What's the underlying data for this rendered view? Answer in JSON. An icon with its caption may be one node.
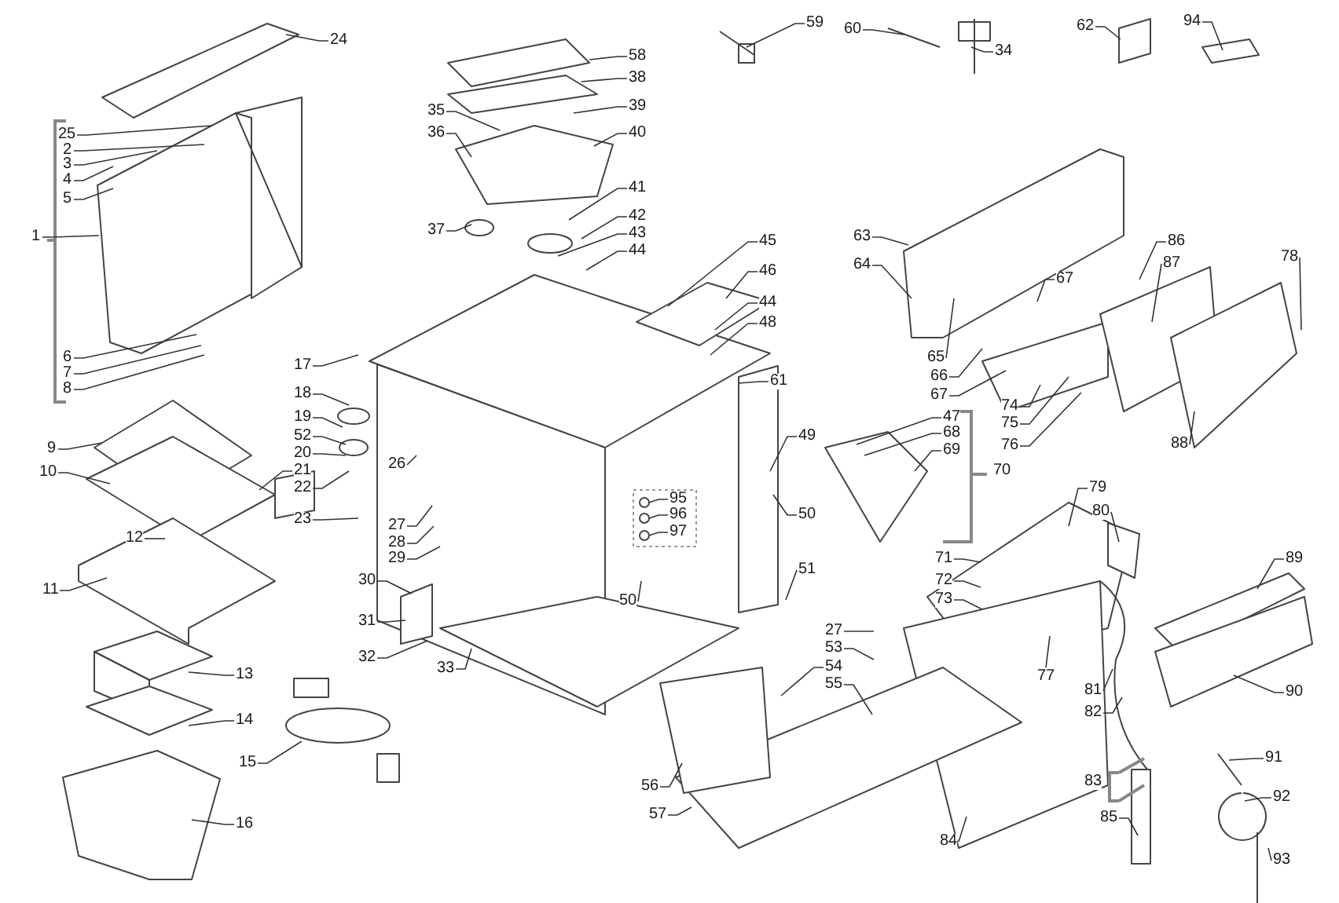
{
  "diagram": {
    "nodes": [
      {
        "text": [
          "24"
        ]
      },
      {
        "text": [
          "25"
        ]
      },
      {
        "text": [
          "2"
        ]
      },
      {
        "text": [
          "3"
        ]
      },
      {
        "text": [
          "4"
        ]
      },
      {
        "text": [
          "5"
        ]
      },
      {
        "text": [
          "1"
        ]
      },
      {
        "text": [
          "6"
        ]
      },
      {
        "text": [
          "7"
        ]
      },
      {
        "text": [
          "8"
        ]
      },
      {
        "text": [
          "9"
        ]
      },
      {
        "text": [
          "10"
        ]
      },
      {
        "text": [
          "12"
        ]
      },
      {
        "text": [
          "11"
        ]
      },
      {
        "text": [
          "13"
        ]
      },
      {
        "text": [
          "14"
        ]
      },
      {
        "text": [
          "15"
        ]
      },
      {
        "text": [
          "16"
        ]
      },
      {
        "text": [
          "17"
        ]
      },
      {
        "text": [
          "18"
        ]
      },
      {
        "text": [
          "19"
        ]
      },
      {
        "text": [
          "52"
        ]
      },
      {
        "text": [
          "20"
        ]
      },
      {
        "text": [
          "21"
        ]
      },
      {
        "text": [
          "22"
        ]
      },
      {
        "text": [
          "23"
        ]
      },
      {
        "text": [
          "26"
        ]
      },
      {
        "text": [
          "27"
        ]
      },
      {
        "text": [
          "28"
        ]
      },
      {
        "text": [
          "29"
        ]
      },
      {
        "text": [
          "30"
        ]
      },
      {
        "text": [
          "31"
        ]
      },
      {
        "text": [
          "32"
        ]
      },
      {
        "text": [
          "33"
        ]
      },
      {
        "text": [
          "35"
        ]
      },
      {
        "text": [
          "36"
        ]
      },
      {
        "text": [
          "37"
        ]
      },
      {
        "text": [
          "58"
        ]
      },
      {
        "text": [
          "38"
        ]
      },
      {
        "text": [
          "39"
        ]
      },
      {
        "text": [
          "40"
        ]
      },
      {
        "text": [
          "41"
        ]
      },
      {
        "text": [
          "42"
        ]
      },
      {
        "text": [
          "43"
        ]
      },
      {
        "text": [
          "44"
        ]
      },
      {
        "text": [
          "45"
        ]
      },
      {
        "text": [
          "46"
        ]
      },
      {
        "text": [
          "44"
        ]
      },
      {
        "text": [
          "48"
        ]
      },
      {
        "text": [
          "61"
        ]
      },
      {
        "text": [
          "59"
        ]
      },
      {
        "text": [
          "60"
        ]
      },
      {
        "text": [
          "34"
        ]
      },
      {
        "text": [
          "62"
        ]
      },
      {
        "text": [
          "94"
        ]
      },
      {
        "text": [
          "63"
        ]
      },
      {
        "text": [
          "64"
        ]
      },
      {
        "text": [
          "65"
        ]
      },
      {
        "text": [
          "66"
        ]
      },
      {
        "text": [
          "67"
        ]
      },
      {
        "text": [
          "86"
        ]
      },
      {
        "text": [
          "87"
        ]
      },
      {
        "text": [
          "78"
        ]
      },
      {
        "text": [
          "67"
        ]
      },
      {
        "text": [
          "74"
        ]
      },
      {
        "text": [
          "75"
        ]
      },
      {
        "text": [
          "76"
        ]
      },
      {
        "text": [
          "88"
        ]
      },
      {
        "text": [
          "47"
        ]
      },
      {
        "text": [
          "68"
        ]
      },
      {
        "text": [
          "69"
        ]
      },
      {
        "text": [
          "70"
        ]
      },
      {
        "text": [
          "49"
        ]
      },
      {
        "text": [
          "50"
        ]
      },
      {
        "text": [
          "95"
        ]
      },
      {
        "text": [
          "96"
        ]
      },
      {
        "text": [
          "97"
        ]
      },
      {
        "text": [
          "50"
        ]
      },
      {
        "text": [
          "51"
        ]
      },
      {
        "text": [
          "27"
        ]
      },
      {
        "text": [
          "53"
        ]
      },
      {
        "text": [
          "54"
        ]
      },
      {
        "text": [
          "55"
        ]
      },
      {
        "text": [
          "56"
        ]
      },
      {
        "text": [
          "57"
        ]
      },
      {
        "text": [
          "71"
        ]
      },
      {
        "text": [
          "72"
        ]
      },
      {
        "text": [
          "73"
        ]
      },
      {
        "text": [
          "79"
        ]
      },
      {
        "text": [
          "80"
        ]
      },
      {
        "text": [
          "77"
        ]
      },
      {
        "text": [
          "81"
        ]
      },
      {
        "text": [
          "82"
        ]
      },
      {
        "text": [
          "83"
        ]
      },
      {
        "text": [
          "85"
        ]
      },
      {
        "text": [
          "84"
        ]
      },
      {
        "text": [
          "89"
        ]
      },
      {
        "text": [
          "90"
        ]
      },
      {
        "text": [
          "91"
        ]
      },
      {
        "text": [
          "92"
        ]
      },
      {
        "text": [
          "93"
        ]
      }
    ],
    "edges": [
      {
        "from": 0,
        "to": null,
        "arrow": "none"
      },
      {
        "from": 1,
        "to": null,
        "arrow": "none"
      },
      {
        "from": 2,
        "to": null,
        "arrow": "none"
      },
      {
        "from": 3,
        "to": null,
        "arrow": "none"
      },
      {
        "from": 4,
        "to": null,
        "arrow": "none"
      },
      {
        "from": 5,
        "to": null,
        "arrow": "none"
      },
      {
        "from": 6,
        "to": null,
        "arrow": "none"
      },
      {
        "from": 7,
        "to": null,
        "arrow": "none"
      },
      {
        "from": 8,
        "to": null,
        "arrow": "none"
      },
      {
        "from": 9,
        "to": null,
        "arrow": "none"
      },
      {
        "from": 10,
        "to": null,
        "arrow": "none"
      },
      {
        "from": 11,
        "to": null,
        "arrow": "none"
      },
      {
        "from": 12,
        "to": null,
        "arrow": "none"
      },
      {
        "from": 13,
        "to": null,
        "arrow": "none"
      },
      {
        "from": 14,
        "to": null,
        "arrow": "none"
      },
      {
        "from": 15,
        "to": null,
        "arrow": "none"
      },
      {
        "from": 16,
        "to": null,
        "arrow": "none"
      },
      {
        "from": 17,
        "to": null,
        "arrow": "none"
      },
      {
        "from": 18,
        "to": null,
        "arrow": "none"
      },
      {
        "from": 19,
        "to": null,
        "arrow": "none"
      },
      {
        "from": 20,
        "to": null,
        "arrow": "none"
      },
      {
        "from": 21,
        "to": null,
        "arrow": "none"
      },
      {
        "from": 22,
        "to": null,
        "arrow": "none"
      },
      {
        "from": 23,
        "to": null,
        "arrow": "none"
      },
      {
        "from": 24,
        "to": null,
        "arrow": "none"
      },
      {
        "from": 25,
        "to": null,
        "arrow": "none"
      },
      {
        "from": 26,
        "to": null,
        "arrow": "none"
      },
      {
        "from": 27,
        "to": null,
        "arrow": "none"
      },
      {
        "from": 28,
        "to": null,
        "arrow": "none"
      },
      {
        "from": 29,
        "to": null,
        "arrow": "none"
      },
      {
        "from": 30,
        "to": null,
        "arrow": "none"
      },
      {
        "from": 31,
        "to": null,
        "arrow": "none"
      },
      {
        "from": 32,
        "to": null,
        "arrow": "none"
      },
      {
        "from": 33,
        "to": null,
        "arrow": "none"
      },
      {
        "from": 34,
        "to": null,
        "arrow": "none"
      },
      {
        "from": 35,
        "to": null,
        "arrow": "none"
      },
      {
        "from": 36,
        "to": null,
        "arrow": "none"
      },
      {
        "from": 37,
        "to": null,
        "arrow": "none"
      },
      {
        "from": 38,
        "to": null,
        "arrow": "none"
      },
      {
        "from": 39,
        "to": null,
        "arrow": "none"
      },
      {
        "from": 40,
        "to": null,
        "arrow": "none"
      },
      {
        "from": 41,
        "to": null,
        "arrow": "none"
      },
      {
        "from": 42,
        "to": null,
        "arrow": "none"
      },
      {
        "from": 43,
        "to": null,
        "arrow": "none"
      },
      {
        "from": 44,
        "to": null,
        "arrow": "none"
      },
      {
        "from": 45,
        "to": null,
        "arrow": "none"
      },
      {
        "from": 46,
        "to": null,
        "arrow": "none"
      },
      {
        "from": 47,
        "to": null,
        "arrow": "none"
      },
      {
        "from": 48,
        "to": null,
        "arrow": "none"
      },
      {
        "from": 49,
        "to": null,
        "arrow": "none"
      },
      {
        "from": 50,
        "to": null,
        "arrow": "none"
      },
      {
        "from": 51,
        "to": null,
        "arrow": "none"
      },
      {
        "from": 52,
        "to": null,
        "arrow": "none"
      },
      {
        "from": 53,
        "to": null,
        "arrow": "none"
      },
      {
        "from": 54,
        "to": null,
        "arrow": "none"
      },
      {
        "from": 55,
        "to": null,
        "arrow": "none"
      },
      {
        "from": 56,
        "to": null,
        "arrow": "none"
      },
      {
        "from": 57,
        "to": null,
        "arrow": "none"
      },
      {
        "from": 58,
        "to": null,
        "arrow": "none"
      },
      {
        "from": 59,
        "to": null,
        "arrow": "none"
      },
      {
        "from": 60,
        "to": null,
        "arrow": "none"
      },
      {
        "from": 61,
        "to": null,
        "arrow": "none"
      },
      {
        "from": 62,
        "to": null,
        "arrow": "none"
      },
      {
        "from": 63,
        "to": null,
        "arrow": "none"
      },
      {
        "from": 64,
        "to": null,
        "arrow": "none"
      },
      {
        "from": 65,
        "to": null,
        "arrow": "none"
      },
      {
        "from": 66,
        "to": null,
        "arrow": "none"
      },
      {
        "from": 67,
        "to": null,
        "arrow": "none"
      },
      {
        "from": 68,
        "to": null,
        "arrow": "none"
      },
      {
        "from": 69,
        "to": null,
        "arrow": "none"
      },
      {
        "from": 70,
        "to": null,
        "arrow": "none"
      },
      {
        "from": 72,
        "to": null,
        "arrow": "none"
      },
      {
        "from": 73,
        "to": null,
        "arrow": "none"
      },
      {
        "from": 74,
        "to": null,
        "arrow": "none"
      },
      {
        "from": 75,
        "to": null,
        "arrow": "none"
      },
      {
        "from": 76,
        "to": null,
        "arrow": "none"
      },
      {
        "from": 77,
        "to": null,
        "arrow": "none"
      },
      {
        "from": 78,
        "to": null,
        "arrow": "none"
      },
      {
        "from": 79,
        "to": null,
        "arrow": "none"
      },
      {
        "from": 80,
        "to": null,
        "arrow": "none"
      },
      {
        "from": 81,
        "to": null,
        "arrow": "none"
      },
      {
        "from": 82,
        "to": null,
        "arrow": "none"
      },
      {
        "from": 83,
        "to": null,
        "arrow": "none"
      },
      {
        "from": 84,
        "to": null,
        "arrow": "none"
      },
      {
        "from": 85,
        "to": null,
        "arrow": "none"
      },
      {
        "from": 86,
        "to": null,
        "arrow": "none"
      },
      {
        "from": 87,
        "to": null,
        "arrow": "none"
      },
      {
        "from": 88,
        "to": null,
        "arrow": "none"
      },
      {
        "from": 89,
        "to": null,
        "arrow": "none"
      },
      {
        "from": 90,
        "to": null,
        "arrow": "none"
      },
      {
        "from": 91,
        "to": null,
        "arrow": "none"
      },
      {
        "from": 92,
        "to": null,
        "arrow": "none"
      },
      {
        "from": 94,
        "to": null,
        "arrow": "none"
      },
      {
        "from": 95,
        "to": null,
        "arrow": "none"
      },
      {
        "from": 96,
        "to": null,
        "arrow": "none"
      },
      {
        "from": 97,
        "to": null,
        "arrow": "none"
      },
      {
        "from": 98,
        "to": null,
        "arrow": "none"
      },
      {
        "from": 99,
        "to": null,
        "arrow": "none"
      },
      {
        "from": 100,
        "to": null,
        "arrow": "none"
      }
    ]
  }
}
